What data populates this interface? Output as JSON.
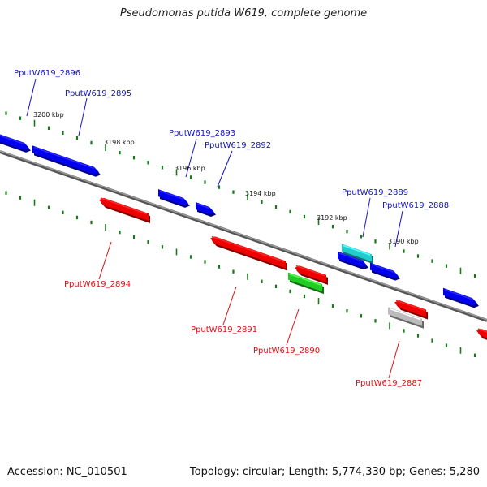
{
  "title": "Pseudomonas putida W619, complete genome",
  "footer": {
    "accession": "Accession: NC_010501",
    "stats": "Topology: circular; Length: 5,774,330 bp; Genes: 5,280"
  },
  "colors": {
    "forward_gene": "#0000ee",
    "reverse_gene": "#ee0000",
    "trna": "#22cc22",
    "cyan_gene": "#22cccc",
    "pseudo_gene": "#bbbbbb",
    "backbone": "#777777",
    "tick": "#1a7a1a",
    "forward_label": "#1111cc",
    "reverse_label": "#dd1111"
  },
  "scale_labels": [
    {
      "text": "3200 kbp",
      "kbp": 3200
    },
    {
      "text": "3198 kbp",
      "kbp": 3198
    },
    {
      "text": "3196 kbp",
      "kbp": 3196
    },
    {
      "text": "3194 kbp",
      "kbp": 3194
    },
    {
      "text": "3192 kbp",
      "kbp": 3192
    },
    {
      "text": "3190 kbp",
      "kbp": 3190
    }
  ],
  "gene_labels": [
    {
      "text": "PputW619_2896",
      "strand": "forward"
    },
    {
      "text": "PputW619_2895",
      "strand": "forward"
    },
    {
      "text": "PputW619_2893",
      "strand": "forward"
    },
    {
      "text": "PputW619_2892",
      "strand": "forward"
    },
    {
      "text": "PputW619_2889",
      "strand": "forward"
    },
    {
      "text": "PputW619_2888",
      "strand": "forward"
    },
    {
      "text": "PputW619_2894",
      "strand": "reverse"
    },
    {
      "text": "PputW619_2891",
      "strand": "reverse"
    },
    {
      "text": "PputW619_2890",
      "strand": "reverse"
    },
    {
      "text": "PputW619_2887",
      "strand": "reverse"
    }
  ]
}
